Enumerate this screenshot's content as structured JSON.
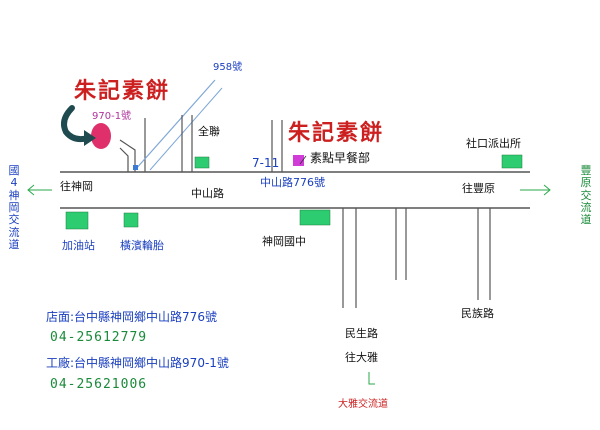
{
  "shop_name_1": "朱記素餅",
  "shop_name_2": "朱記素餅",
  "old_address_label": "970-1號",
  "label_958": "958號",
  "quanlian": "全聯",
  "seven_eleven": "7-11",
  "breakfast": "素點早餐部",
  "zhongshan_776": "中山路776號",
  "zhongshan": "中山路",
  "police": "社口派出所",
  "to_shengang": "往神岡",
  "to_fengyuan": "往豐原",
  "interchange_4": "國4神岡交流道",
  "fengyuan_interchange": "豐原交流道",
  "gas_station": "加油站",
  "tire_shop": "橫濱輪胎",
  "junior_high": "神岡國中",
  "minsheng": "民生路",
  "to_daya": "往大雅",
  "minzu": "民族路",
  "daya_interchange": "大雅交流道",
  "store_address": "店面:台中縣神岡鄉中山路776號",
  "store_phone": "04-25612779",
  "factory_address": "工廠:台中縣神岡鄉中山路970-1號",
  "factory_phone": "04-25621006",
  "colors": {
    "road": "#555555",
    "diagonal": "#7fa7d8",
    "landmark": "#2ecc71",
    "pin": "#e0306c",
    "store": "#d13bd8"
  }
}
